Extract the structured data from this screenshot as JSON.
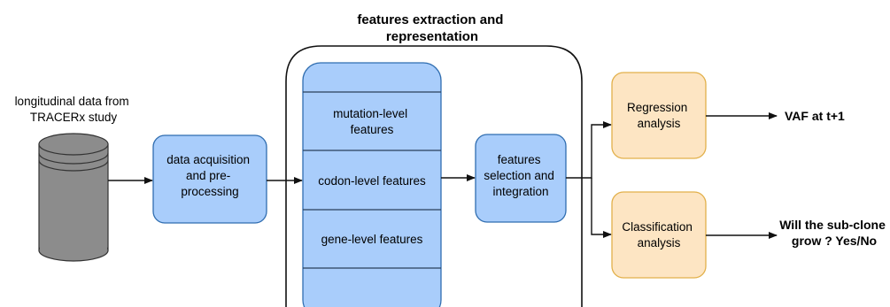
{
  "source": {
    "caption_lines": [
      "longitudinal data from",
      "TRACERx study"
    ],
    "icon": "database-icon"
  },
  "acquisition": {
    "lines": [
      "data acquisition",
      "and pre-",
      "processing"
    ]
  },
  "feature_panel": {
    "title_lines": [
      "features extraction and",
      "representation"
    ],
    "rows": [
      {
        "lines": [
          "mutation-level",
          "features"
        ]
      },
      {
        "lines": [
          "codon-level features"
        ]
      },
      {
        "lines": [
          "gene-level features"
        ]
      }
    ]
  },
  "selection": {
    "lines": [
      "features",
      "selection and",
      "integration"
    ]
  },
  "regression": {
    "lines": [
      "Regression",
      "analysis"
    ],
    "output_lines": [
      "VAF at t+1"
    ]
  },
  "classification": {
    "lines": [
      "Classification",
      "analysis"
    ],
    "output_lines": [
      "Will the sub-clone",
      "grow ? Yes/No"
    ]
  },
  "colors": {
    "blue_fill": "#a9cdfb",
    "blue_stroke": "#2f6db0",
    "orange_fill": "#fde5c3",
    "orange_stroke": "#e2b04a",
    "cylinder_fill": "#8c8c8c",
    "line": "#111111"
  }
}
